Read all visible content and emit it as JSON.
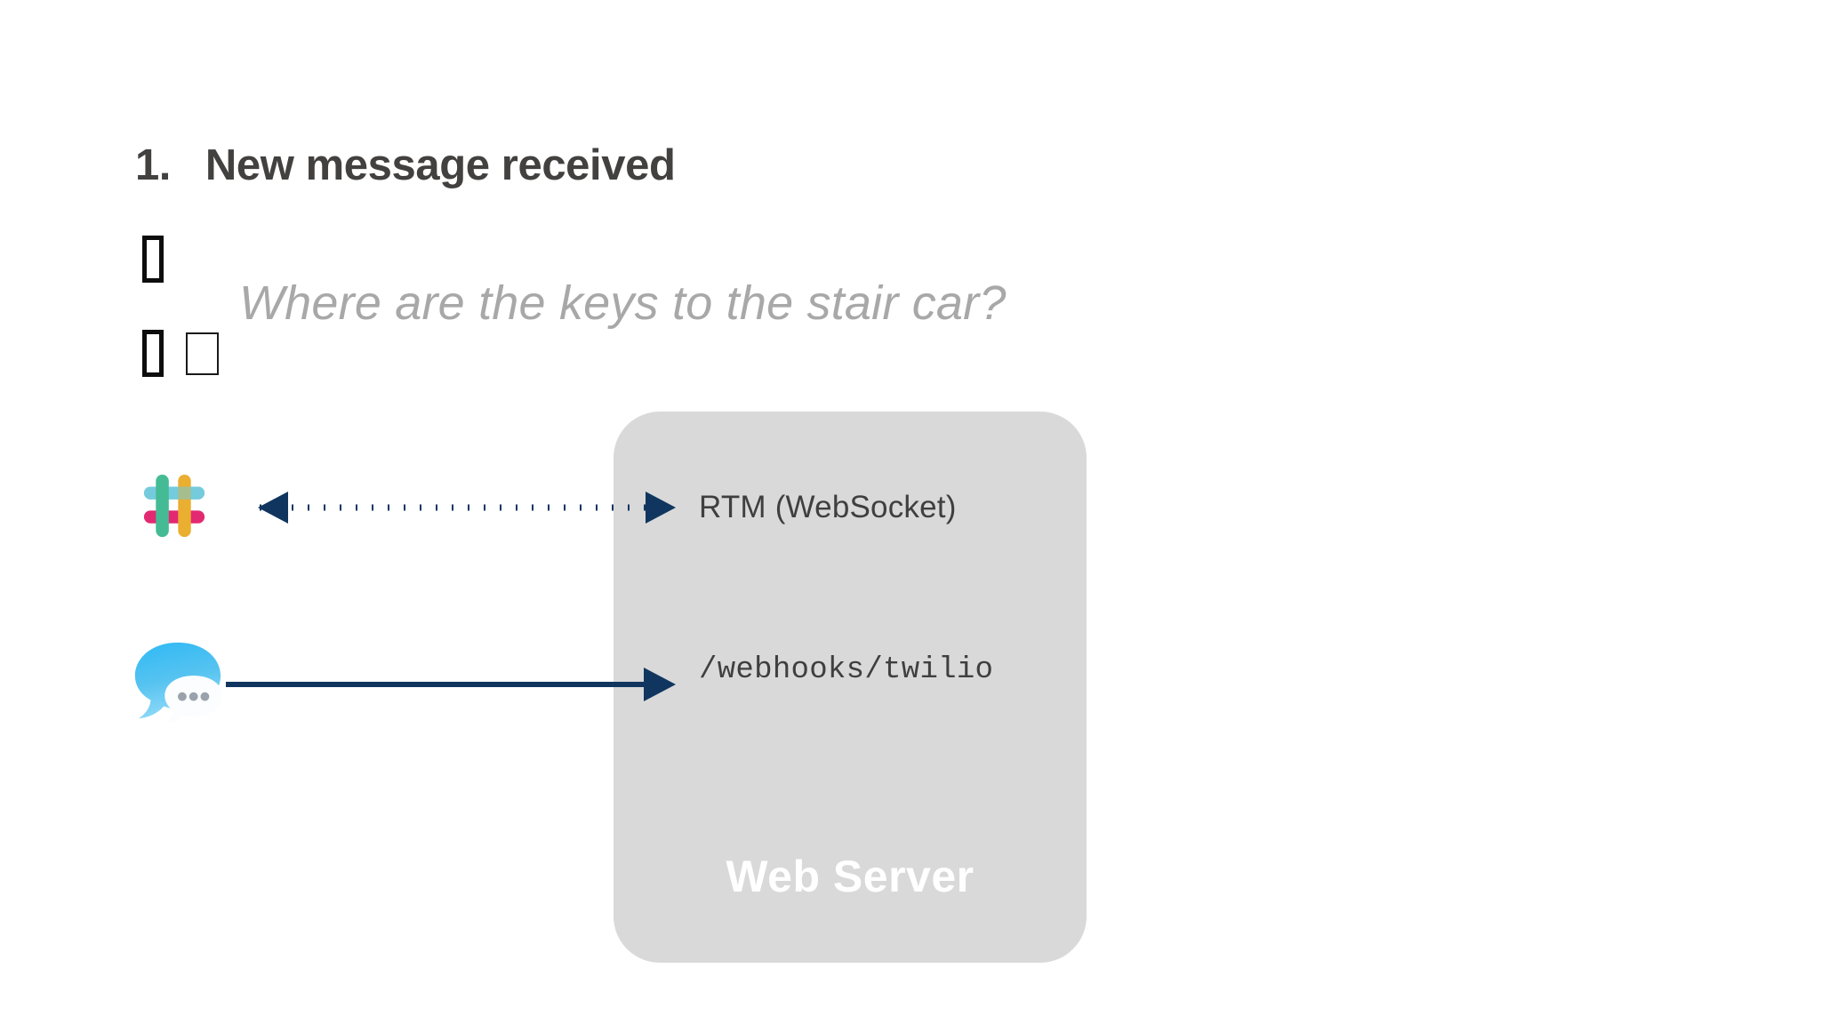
{
  "slide": {
    "background_color": "#ffffff",
    "heading": {
      "number": "1.",
      "title": "New message received"
    },
    "emoji_placeholders": {
      "row1": [
        "missing-glyph-box"
      ],
      "row2": [
        "missing-glyph-box",
        "missing-glyph-box"
      ]
    },
    "quote": "Where are the keys to the stair car?",
    "quote_color": "#a8a8a8"
  },
  "server_panel": {
    "label": "Web Server",
    "fill_color": "#d9d9d9",
    "label_color": "#ffffff"
  },
  "endpoints": [
    {
      "id": "rtm",
      "label": "RTM (WebSocket)",
      "source_icon": "slack-icon",
      "connector": {
        "style": "dotted",
        "direction": "bidirectional",
        "color": "#10365f"
      }
    },
    {
      "id": "webhook",
      "label": "/webhooks/twilio",
      "source_icon": "messages-icon",
      "connector": {
        "style": "solid",
        "direction": "right",
        "color": "#10365f"
      }
    }
  ],
  "colors": {
    "heading": "#43413f",
    "label": "#3f3f3f",
    "connector": "#10365f",
    "panel": "#d9d9d9",
    "slack_teal": "#3eb991",
    "slack_blue": "#70cadb",
    "slack_yellow": "#e9a820",
    "slack_pink": "#e01765"
  }
}
